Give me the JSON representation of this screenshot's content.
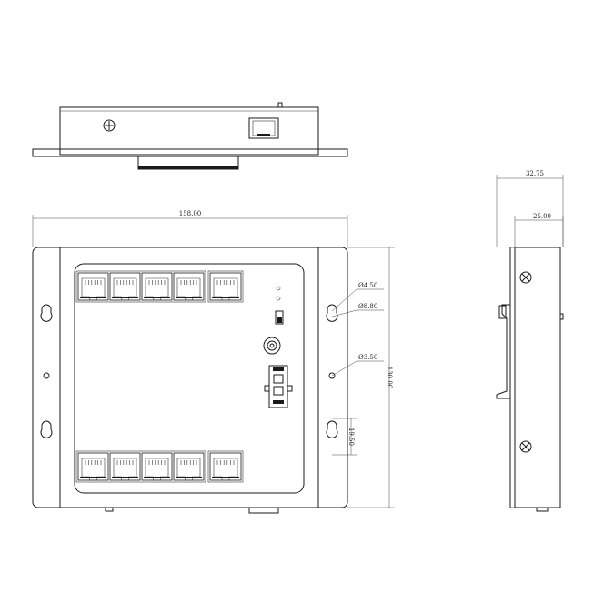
{
  "dimensions": {
    "overall_width": "158.00",
    "overall_height": "130.00",
    "side_depth": "32.75",
    "side_body_depth": "25.00",
    "hole_small": "Ø4.50",
    "hole_large": "Ø8.80",
    "hole_round": "Ø3.50",
    "slot_length": "19.50"
  }
}
